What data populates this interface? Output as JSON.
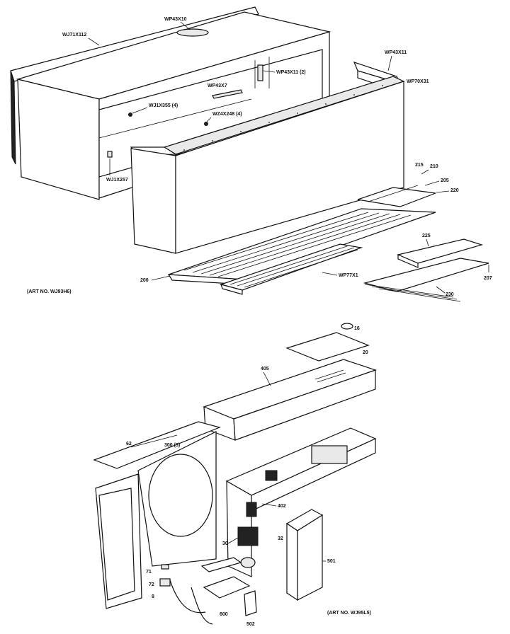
{
  "upper_assembly": {
    "caption": "(ART NO. WJ93H6)",
    "callouts": {
      "top_bracket": "WP43X10",
      "cabinet": "WJ71X112",
      "right_strip": "WP43X11",
      "side_bracket": "WP43X11 (2)",
      "front_panel": "WP70X31",
      "center_bracket": "WP43X7",
      "screw_a": "WJ1X355 (4)",
      "screw_b": "WZ4X248 (4)",
      "clip": "WJ1X257",
      "part_215": "215",
      "part_210": "210",
      "part_205": "205",
      "part_220": "220",
      "part_200": "200",
      "grille": "WP77X1",
      "part_225": "225",
      "part_230": "230",
      "part_207": "207"
    }
  },
  "lower_assembly": {
    "caption": "(ART NO. WJ95L5)",
    "callouts": {
      "knob": "16",
      "plate": "20",
      "top_cover": "405",
      "frame": "62",
      "fan_shroud": "300 (3)",
      "motor_bracket": "402",
      "capacitor": "30",
      "relay": "32",
      "side_panel": "501",
      "terminal": "71",
      "plug": "72",
      "cord_clip": "8",
      "base_plate": "600",
      "bracket_502": "502"
    }
  }
}
